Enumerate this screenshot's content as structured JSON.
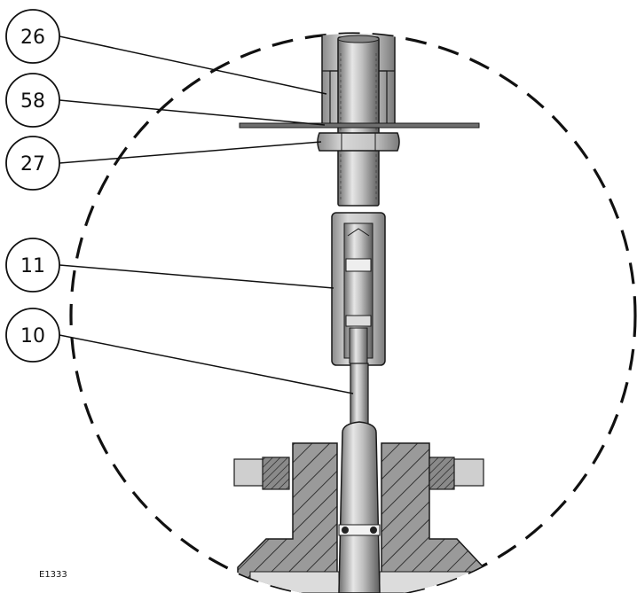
{
  "callouts": [
    {
      "label": "26"
    },
    {
      "label": "58"
    },
    {
      "label": "27"
    },
    {
      "label": "11"
    },
    {
      "label": "10"
    }
  ],
  "figure_id": "E1333",
  "colors": {
    "metal_light": "#d4d4d4",
    "metal_mid": "#a8a8a8",
    "metal_dark": "#6e6e6e",
    "section": "#9a9a9a",
    "outline": "#1a1a1a"
  }
}
